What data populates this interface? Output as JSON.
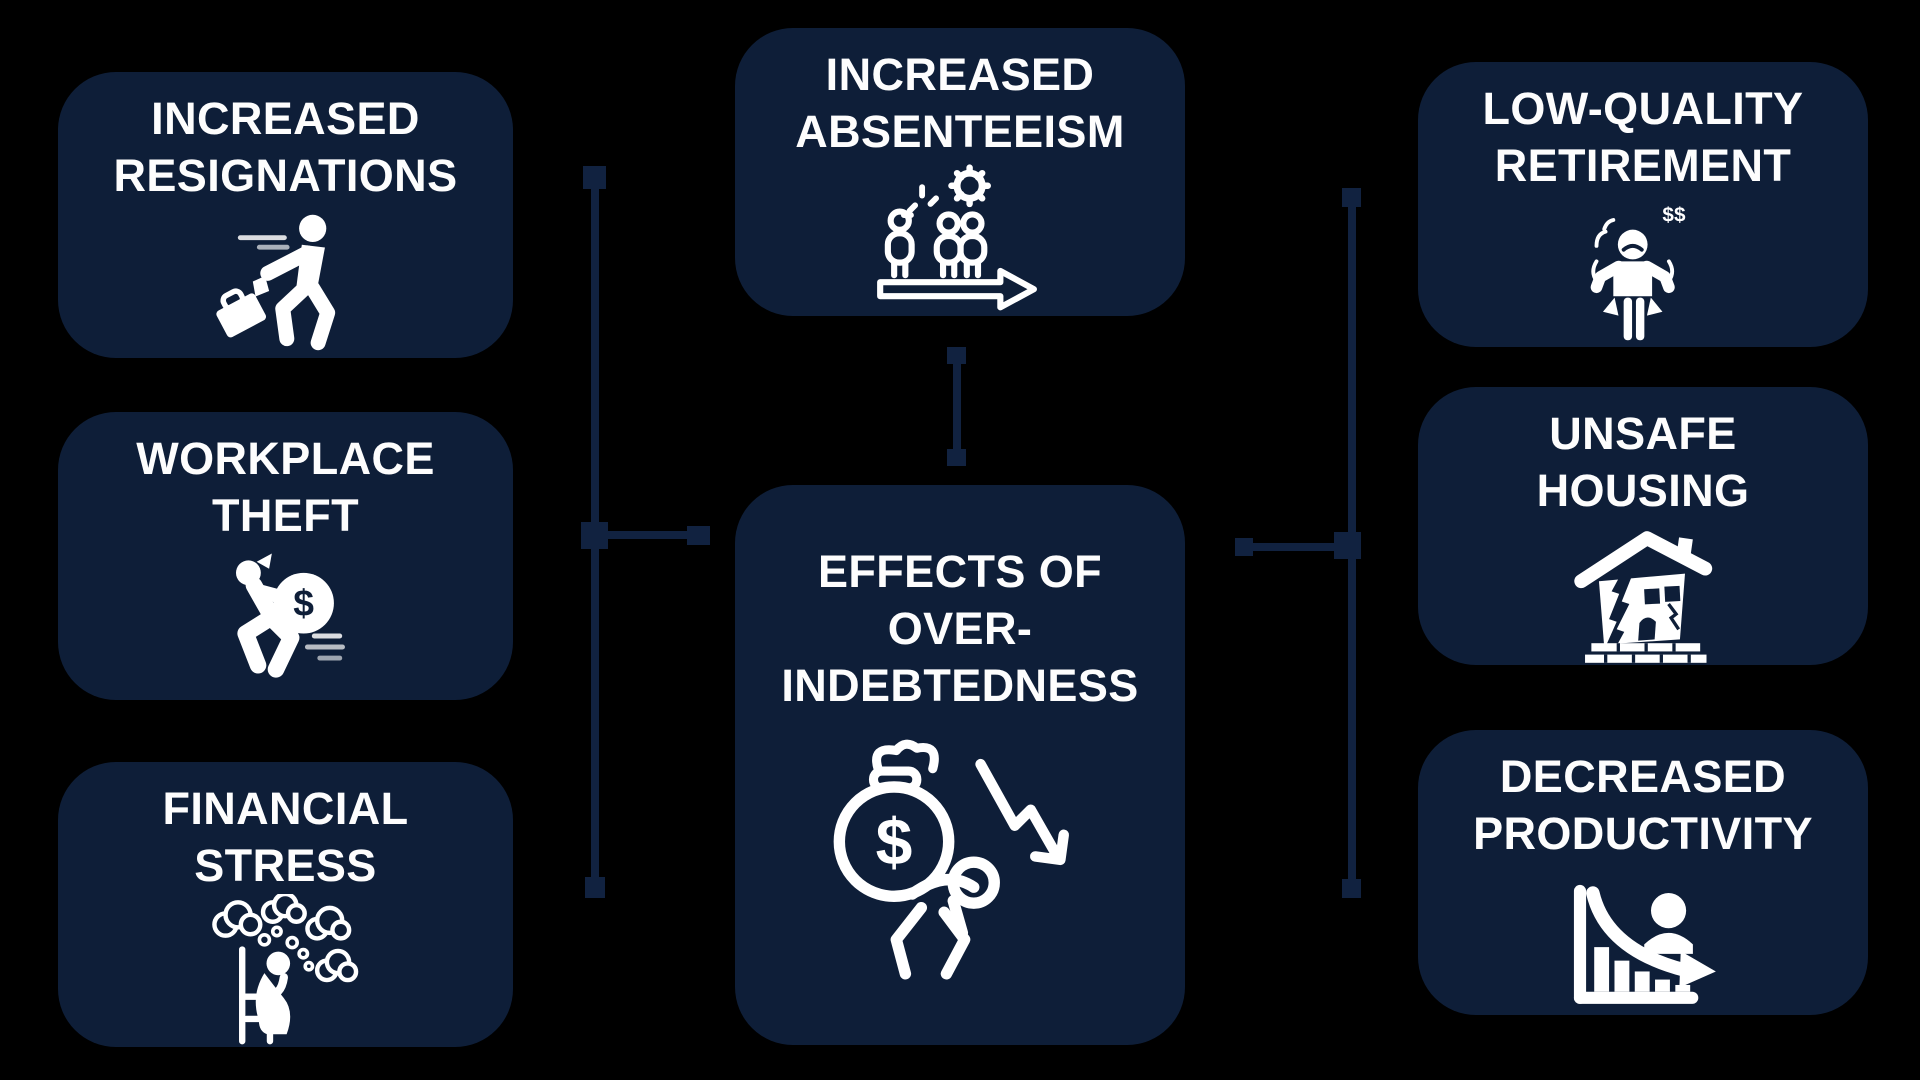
{
  "palette": {
    "background": "#000000",
    "box_fill": "#0e1e38",
    "connector_fill": "#112240",
    "text_color": "#fdfdfd",
    "icon_color": "#ffffff"
  },
  "diagram": {
    "center_node_id": "effects-of-over-indebtedness",
    "connectors": [
      "left-column-to-center",
      "absenteeism-to-center",
      "right-column-to-center"
    ]
  },
  "boxes": [
    {
      "id": "increased-resignations",
      "lines": [
        "INCREASED",
        "RESIGNATIONS"
      ],
      "icon": "employee-quitting-briefcase-icon"
    },
    {
      "id": "workplace-theft",
      "lines": [
        "WORKPLACE",
        "THEFT"
      ],
      "icon": "thief-running-money-bag-icon"
    },
    {
      "id": "financial-stress",
      "lines": [
        "FINANCIAL",
        "STRESS"
      ],
      "icon": "stressed-person-thought-clouds-icon"
    },
    {
      "id": "increased-absenteeism",
      "lines": [
        "INCREASED",
        "ABSENTEEISM"
      ],
      "icon": "absent-workers-gear-arrow-icon"
    },
    {
      "id": "effects-of-over-indebtedness",
      "lines": [
        "EFFECTS OF",
        "OVER-",
        "INDEBTEDNESS"
      ],
      "icon": "money-bag-burden-decline-arrow-icon"
    },
    {
      "id": "low-quality-retirement",
      "lines": [
        "LOW-QUALITY",
        "RETIREMENT"
      ],
      "icon": "empty-pockets-person-icon"
    },
    {
      "id": "unsafe-housing",
      "lines": [
        "UNSAFE",
        "HOUSING"
      ],
      "icon": "cracked-house-icon"
    },
    {
      "id": "decreased-productivity",
      "lines": [
        "DECREASED",
        "PRODUCTIVITY"
      ],
      "icon": "declining-bar-chart-person-icon"
    }
  ],
  "bag_dollar": "$",
  "retirement_dollars": "$$"
}
